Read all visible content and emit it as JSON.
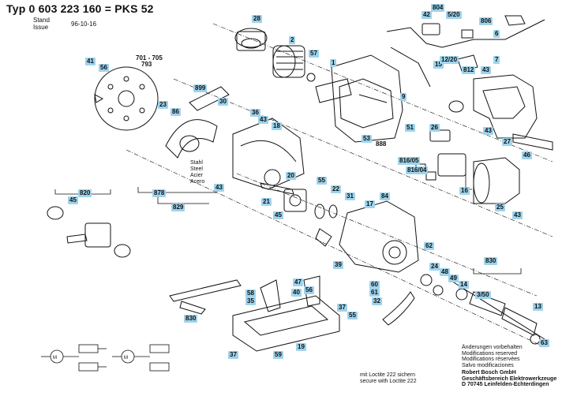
{
  "header": {
    "title": "Typ 0 603 223 160 = PKS 52",
    "stand_label": "Stand",
    "issue_label": "Issue",
    "date": "96-10-16"
  },
  "callouts": {
    "p28": "28",
    "p2": "2",
    "p57": "57",
    "p1": "1",
    "p15": "15",
    "p804": "804",
    "p42": "42",
    "p5_20": "5/20",
    "p806": "806",
    "p6": "6",
    "p12_20": "12/20",
    "p812": "812",
    "p7": "7",
    "p43a": "43",
    "p41": "41",
    "p56": "56",
    "p701": "701 - 705",
    "p793": "793",
    "p899": "899",
    "p30": "30",
    "p23": "23",
    "p86": "86",
    "p9": "9",
    "p36": "36",
    "p43b": "43",
    "p18": "18",
    "p51": "51",
    "p53": "53",
    "p888": "888",
    "p26": "26",
    "p43c": "43",
    "p27": "27",
    "p46": "46",
    "p816_05": "816/05",
    "p816_04": "816/04",
    "p16": "16",
    "p25": "25",
    "p43d": "43",
    "p43e": "43",
    "p20": "20",
    "p55": "55",
    "p22": "22",
    "p31": "31",
    "p21": "21",
    "p45a": "45",
    "p84": "84",
    "p17": "17",
    "p820": "820",
    "p45b": "45",
    "p878": "878",
    "p829": "829",
    "p62": "62",
    "p39": "39",
    "p24": "24",
    "p830": "830",
    "p48": "48",
    "p49": "49",
    "p14": "14",
    "p60": "60",
    "p61": "61",
    "p32": "32",
    "p3_50": "3/50",
    "p47": "47",
    "p58": "58",
    "p35": "35",
    "p40": "40",
    "p56b": "56",
    "p37a": "37",
    "p55b": "55",
    "p830b": "830",
    "p19": "19",
    "p37b": "37",
    "p59": "59",
    "p13": "13",
    "p63": "63"
  },
  "guard_text": [
    "Stahl",
    "Steel",
    "Acier",
    "Acero"
  ],
  "notes": {
    "loctite_de": "mit Loctite 222 sichern",
    "loctite_en": "secure with Loctite 222",
    "changes": [
      "Änderungen vorbehalten",
      "Modifications reserved",
      "Modifications réservées",
      "Salvo modificaciones"
    ],
    "manufacturer": [
      "Robert Bosch GmbH",
      "Geschäftsbereich Elektrowerkzeuge",
      "D 70745 Leinfelden-Echterdingen"
    ]
  }
}
